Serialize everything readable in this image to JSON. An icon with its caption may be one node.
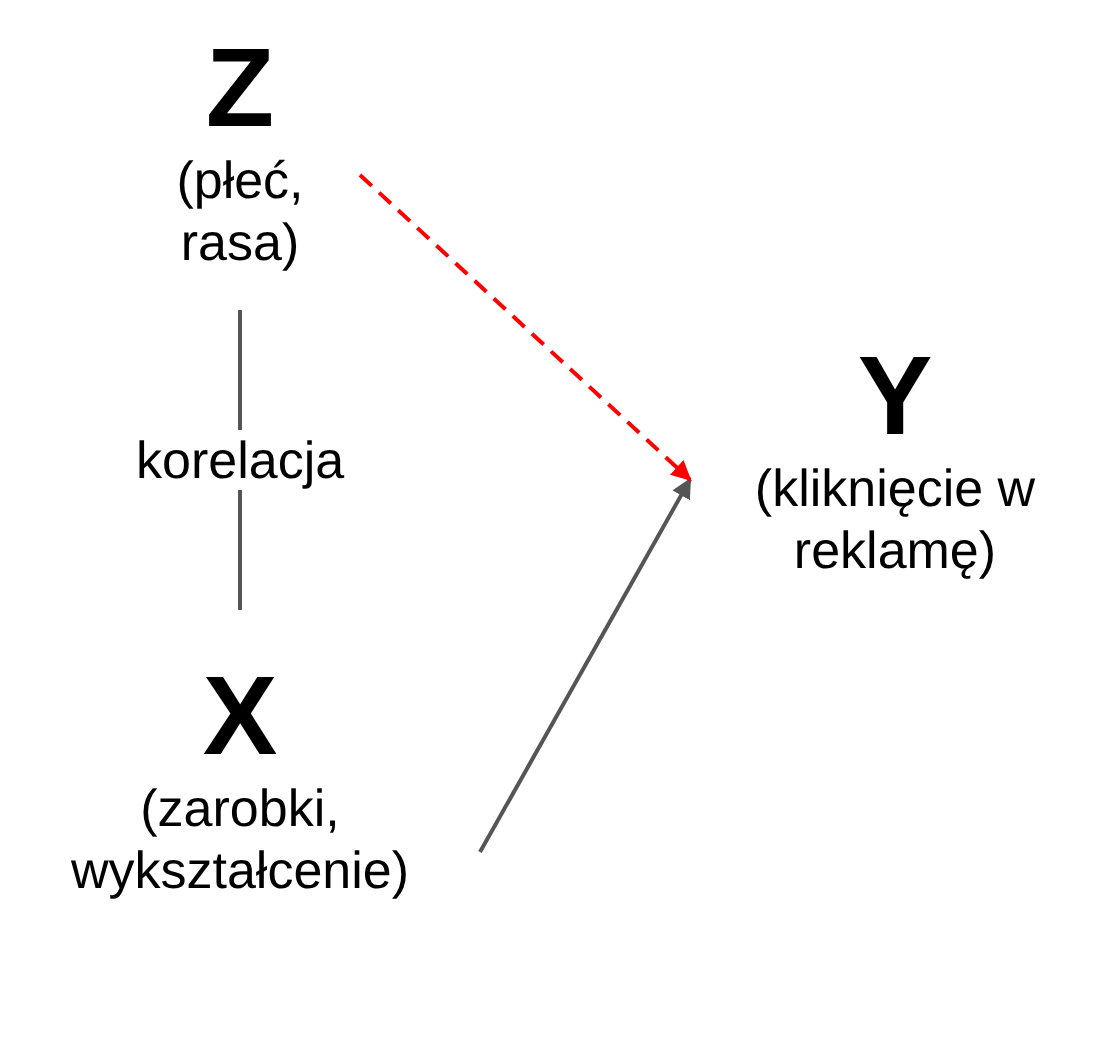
{
  "diagram": {
    "nodes": [
      {
        "text": [
          "Z",
          "(płeć, rasa)"
        ]
      },
      {
        "text": [
          "X",
          "(zarobki, wykształcenie)"
        ]
      },
      {
        "text": [
          "Y",
          "(kliknięcie w reklamę)"
        ]
      }
    ],
    "edges": [
      {
        "from": 0,
        "to": 1,
        "arrow": "none",
        "label": "korelacja"
      },
      {
        "from": 1,
        "to": 2,
        "arrow": "to"
      },
      {
        "from": 0,
        "to": 2,
        "arrow": "to",
        "style": "dashed",
        "color": "#ff0000"
      }
    ]
  }
}
